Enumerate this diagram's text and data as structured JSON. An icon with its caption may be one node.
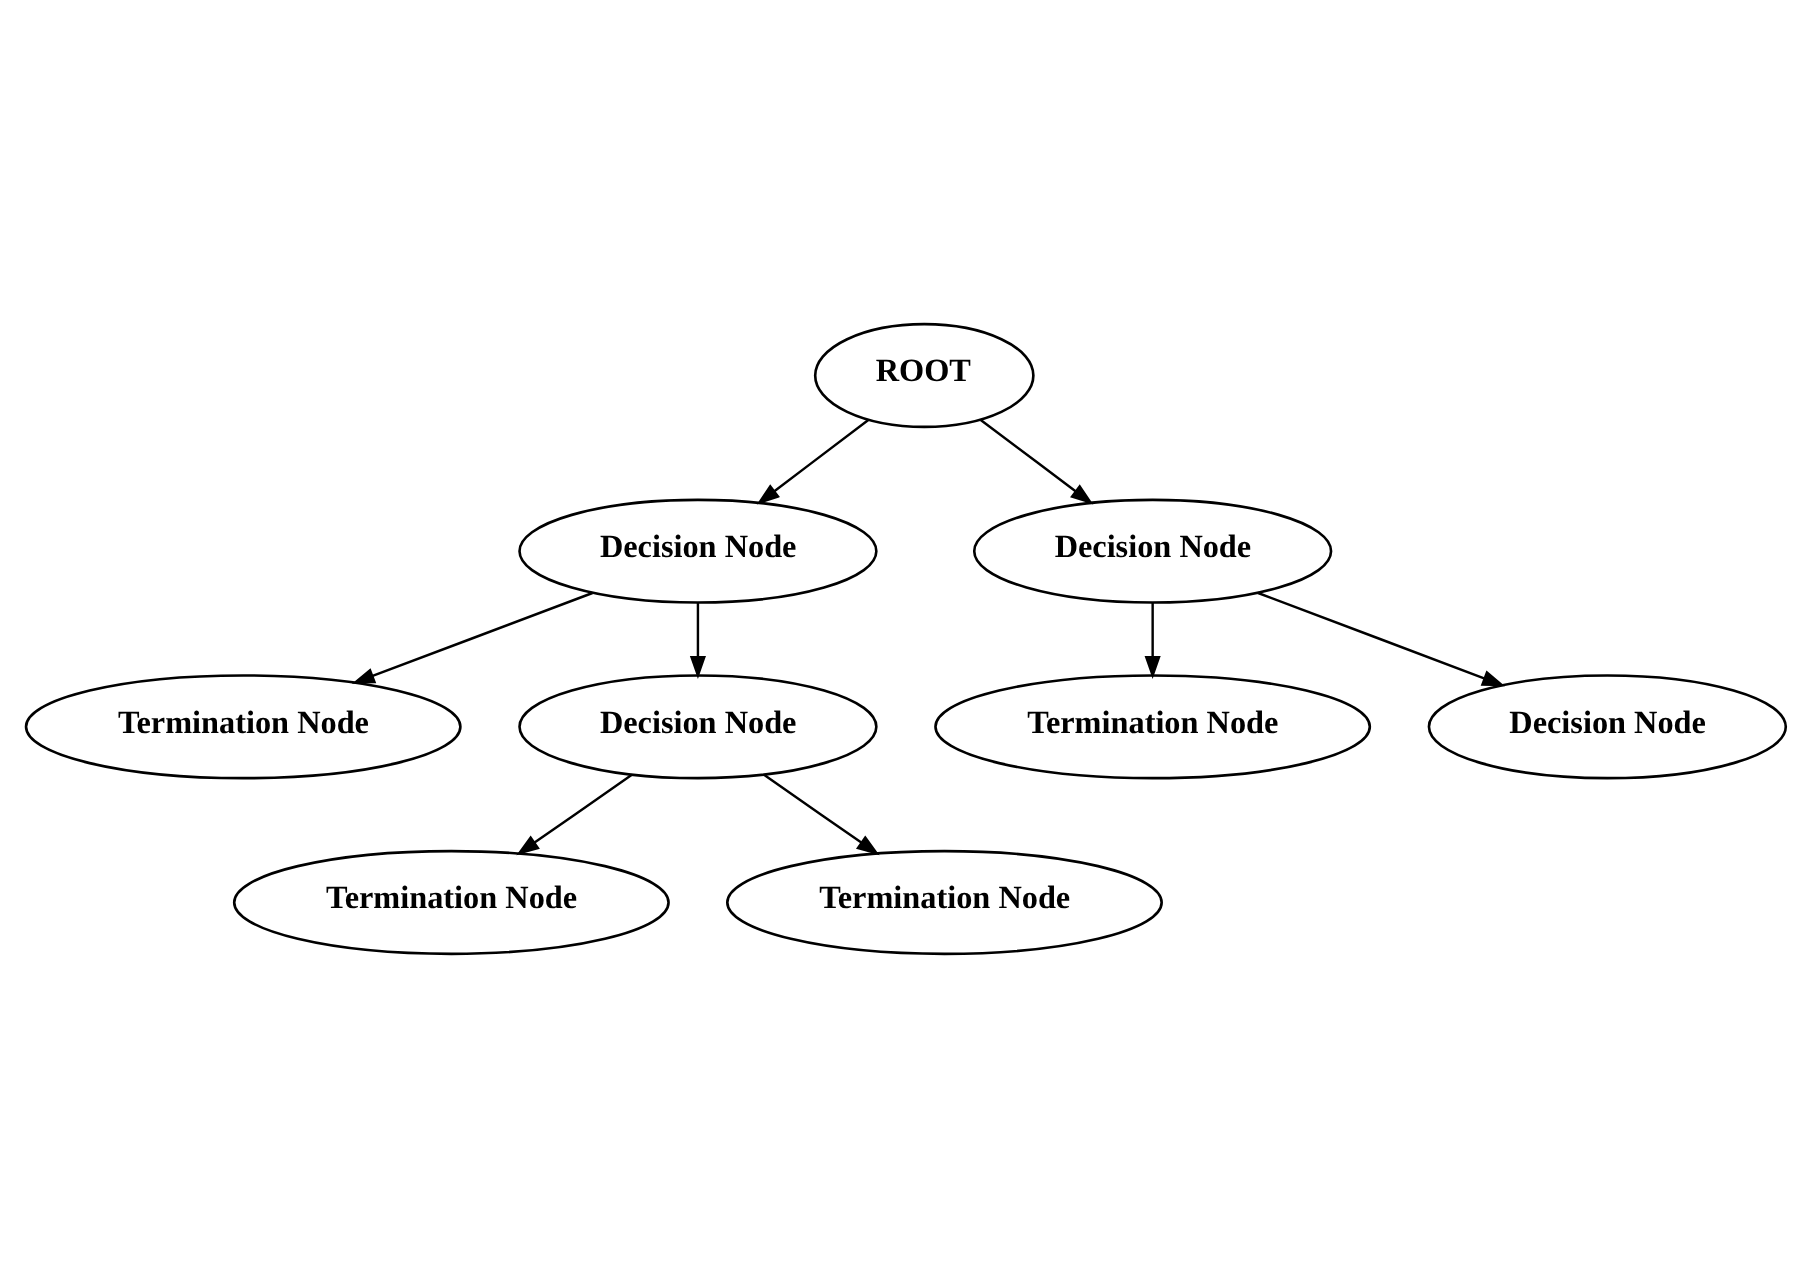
{
  "diagram": {
    "nodes": [
      {
        "text": [
          "ROOT"
        ]
      },
      {
        "text": [
          "Decision Node"
        ]
      },
      {
        "text": [
          "Decision Node"
        ]
      },
      {
        "text": [
          "Termination Node"
        ]
      },
      {
        "text": [
          "Decision Node"
        ]
      },
      {
        "text": [
          "Termination Node"
        ]
      },
      {
        "text": [
          "Decision Node"
        ]
      },
      {
        "text": [
          "Termination Node"
        ]
      },
      {
        "text": [
          "Termination Node"
        ]
      }
    ],
    "edges": [
      {
        "from": 0,
        "to": 1,
        "arrow": "to"
      },
      {
        "from": 0,
        "to": 2,
        "arrow": "to"
      },
      {
        "from": 1,
        "to": 3,
        "arrow": "to"
      },
      {
        "from": 1,
        "to": 4,
        "arrow": "to"
      },
      {
        "from": 2,
        "to": 5,
        "arrow": "to"
      },
      {
        "from": 2,
        "to": 6,
        "arrow": "to"
      },
      {
        "from": 4,
        "to": 7,
        "arrow": "to"
      },
      {
        "from": 4,
        "to": 8,
        "arrow": "to"
      }
    ]
  }
}
